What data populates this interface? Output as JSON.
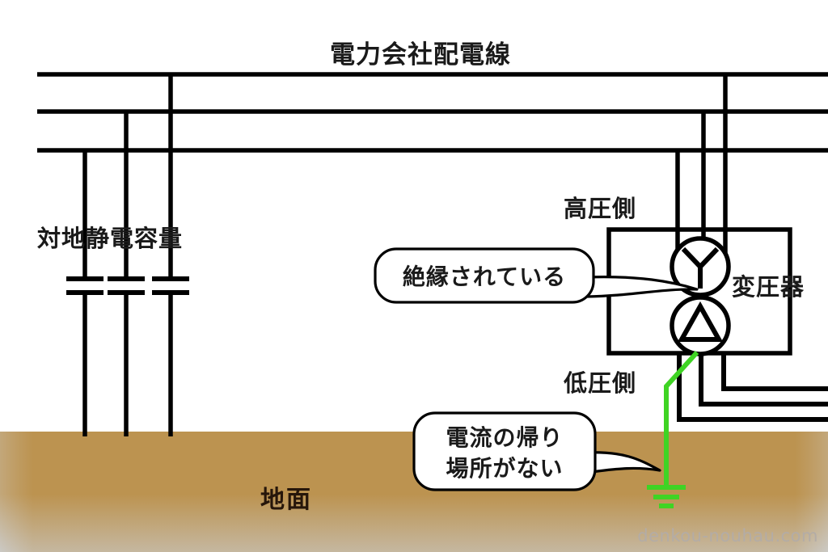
{
  "diagram": {
    "title": "電力会社配電線",
    "watermark": "denkou-nouhau.com",
    "labels": {
      "capacitance": "対地静電容量",
      "high_voltage_side": "高圧側",
      "low_voltage_side": "低圧側",
      "transformer": "変圧器",
      "ground": "地面"
    },
    "callouts": [
      {
        "id": "insulated",
        "text": "絶縁されている"
      },
      {
        "id": "no-return-path",
        "line1": "電流の帰り",
        "line2": "場所がない"
      }
    ],
    "symbols": {
      "transformer_primary": "wye-star",
      "transformer_secondary": "delta-triangle",
      "capacitor_count": 3,
      "distribution_line_count": 3,
      "low_voltage_feeder_count": 3,
      "earth_electrode": "earth-ground"
    },
    "colors": {
      "wire": "#000000",
      "earth_wire": "#3fd424",
      "soil_top": "#bc9350",
      "soil_bottom": "#c9c7c2",
      "text": "#1a1a1a",
      "watermark": "#b3aca6",
      "background": "#ffffff"
    }
  }
}
